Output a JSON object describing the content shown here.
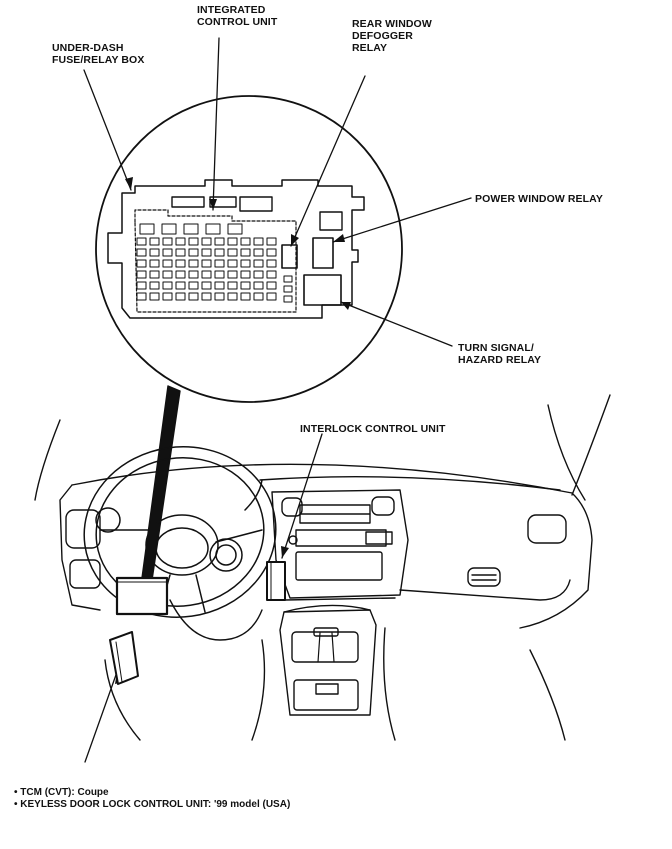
{
  "diagram": {
    "labels": {
      "integrated_control_unit": [
        "INTEGRATED",
        "CONTROL UNIT"
      ],
      "under_dash_fuse_box": [
        "UNDER-DASH",
        "FUSE/RELAY BOX"
      ],
      "rear_window_defogger_relay": [
        "REAR WINDOW",
        "DEFOGGER",
        "RELAY"
      ],
      "power_window_relay": [
        "POWER WINDOW RELAY"
      ],
      "turn_signal_hazard_relay": [
        "TURN SIGNAL/",
        "HAZARD RELAY"
      ],
      "interlock_control_unit": [
        "INTERLOCK CONTROL UNIT"
      ]
    },
    "notes": [
      "• TCM (CVT): Coupe",
      "• KEYLESS DOOR LOCK CONTROL UNIT: '99 model (USA)"
    ]
  }
}
